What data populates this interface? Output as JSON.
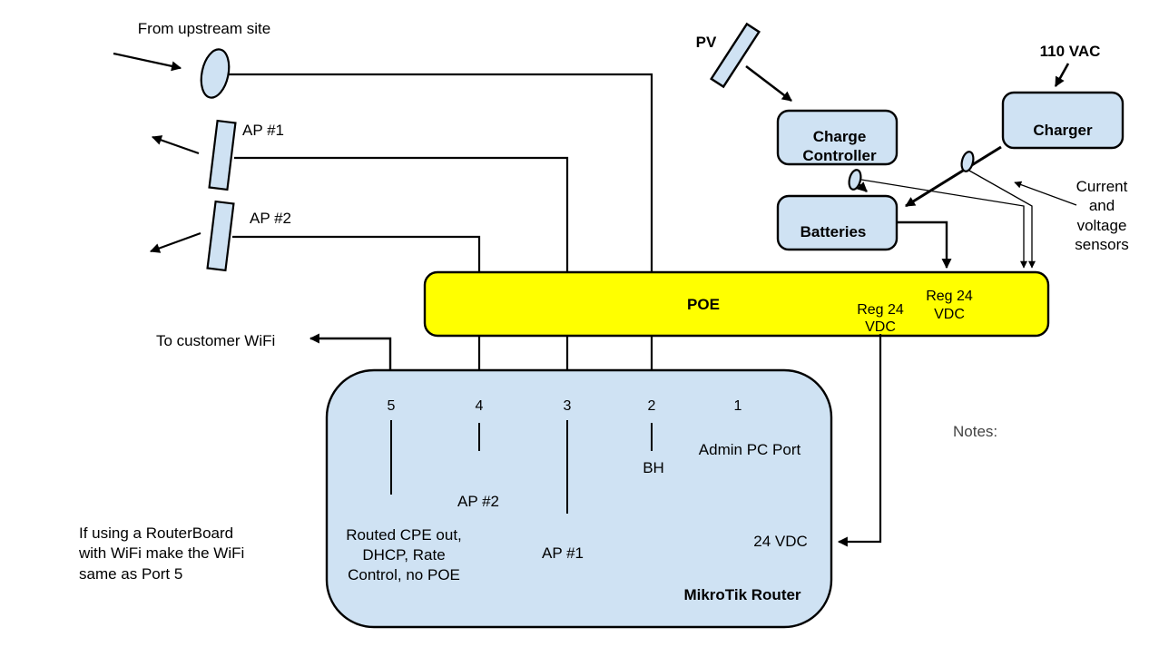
{
  "colors": {
    "node_fill": "#cfe2f3",
    "poe_fill": "#ffff00",
    "stroke": "#000000",
    "notes_text": "#434343"
  },
  "upstream": {
    "label": "From upstream site"
  },
  "aps": {
    "ap1_label": "AP #1",
    "ap2_label": "AP #2"
  },
  "power": {
    "pv_label": "PV",
    "vac_label": "110 VAC",
    "charger_label": "Charger",
    "charge_controller": {
      "line1": "Charge",
      "line2": "Controller"
    },
    "batteries_label": "Batteries",
    "sensors_note": {
      "line1": "Current",
      "line2": "and",
      "line3": "voltage",
      "line4": "sensors"
    }
  },
  "poe": {
    "label": "POE",
    "reg1": {
      "line1": "Reg 24",
      "line2": "VDC"
    },
    "reg2": {
      "line1": "Reg 24",
      "line2": "VDC"
    }
  },
  "router": {
    "title": "MikroTik Router",
    "ports": [
      "5",
      "4",
      "3",
      "2",
      "1"
    ],
    "admin_label": "Admin PC Port",
    "bh_label": "BH",
    "port4_label": "AP #2",
    "port3_label": "AP #1",
    "port5_note": {
      "line1": "Routed CPE out,",
      "line2": "DHCP, Rate",
      "line3": "Control, no POE"
    },
    "vdc_label": "24 VDC"
  },
  "annotations": {
    "to_customer": "To customer WiFi",
    "notes": "Notes:",
    "routerboard_note": {
      "line1": "If using a RouterBoard",
      "line2": "with WiFi make the WiFi",
      "line3": "same as Port 5"
    }
  }
}
